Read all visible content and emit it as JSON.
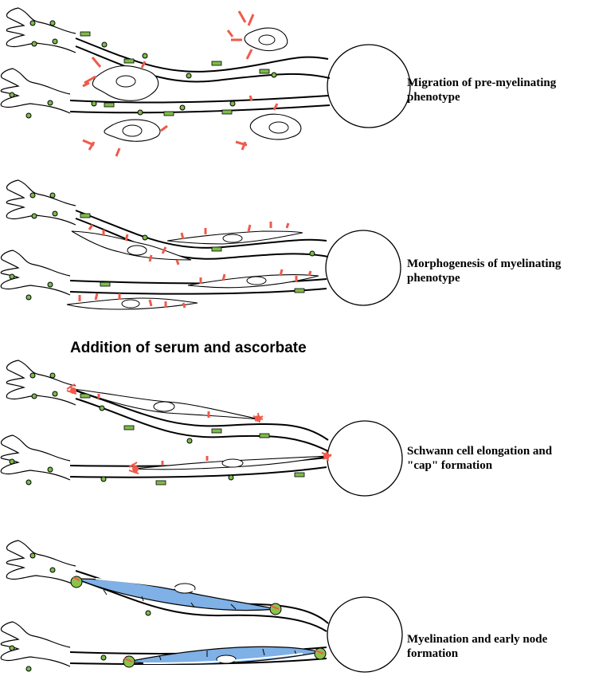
{
  "stages": [
    {
      "label": "Migration of pre-myelinating\nphenotype"
    },
    {
      "label": "Morphogenesis of myelinating\nphenotype"
    },
    {
      "label": "Schwann cell elongation and\n\"cap\" formation"
    },
    {
      "label": "Myelination and early node\nformation"
    }
  ],
  "heading": "Addition of serum and ascorbate",
  "colors": {
    "outline": "#000000",
    "schwann_marker": "#f05a4a",
    "nucleus_dot": "#7dbb4a",
    "axon_patch": "#7dbb4a",
    "myelin": "#7fb0e6",
    "node": "#8cc24a"
  }
}
